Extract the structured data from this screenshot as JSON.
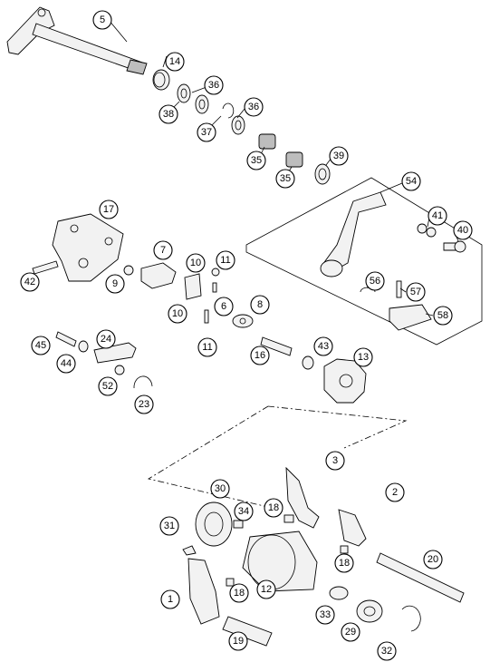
{
  "callouts": {
    "c5": "5",
    "c14": "14",
    "c36a": "36",
    "c38": "38",
    "c37": "37",
    "c36b": "36",
    "c35a": "35",
    "c35b": "35",
    "c39": "39",
    "c54": "54",
    "c41": "41",
    "c40": "40",
    "c17": "17",
    "c7": "7",
    "c10a": "10",
    "c11a": "11",
    "c42": "42",
    "c9": "9",
    "c6": "6",
    "c8": "8",
    "c10b": "10",
    "c11b": "11",
    "c56": "56",
    "c57": "57",
    "c58": "58",
    "c45": "45",
    "c24": "24",
    "c44": "44",
    "c52": "52",
    "c23": "23",
    "c16": "16",
    "c43": "43",
    "c13": "13",
    "c3": "3",
    "c30": "30",
    "c2": "2",
    "c34": "34",
    "c18a": "18",
    "c31": "31",
    "c18b": "18",
    "c20": "20",
    "c1": "1",
    "c18c": "18",
    "c12": "12",
    "c33": "33",
    "c29": "29",
    "c19": "19",
    "c32": "32"
  }
}
